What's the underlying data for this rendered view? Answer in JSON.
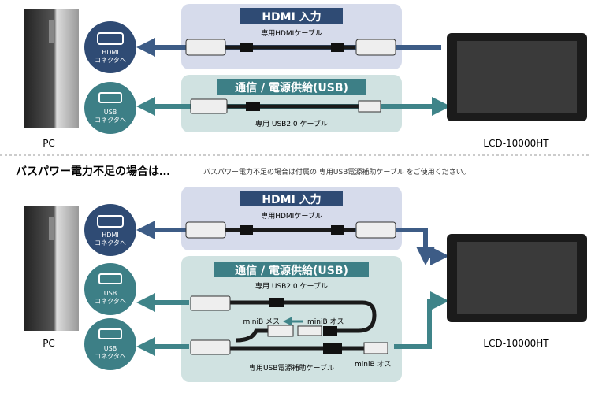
{
  "colors": {
    "hdmi_dark": "#2f4b74",
    "usb_teal": "#3d7f86",
    "hdmi_panel": "#d6dbeb",
    "usb_panel": "#d0e2e1",
    "cable": "#1a1a1a"
  },
  "top": {
    "pc_label": "PC",
    "monitor_label": "LCD-10000HT",
    "hdmi_circle": [
      "HDMI",
      "コネクタへ"
    ],
    "usb_circle": [
      "USB",
      "コネクタへ"
    ],
    "hdmi_panel_title": "HDMI 入力",
    "hdmi_cable_label": "専用HDMIケーブル",
    "usb_panel_title": "通信 / 電源供給(USB)",
    "usb_cable_label": "専用 USB2.0 ケーブル"
  },
  "notice": {
    "heading": "バスパワー電力不足の場合は…",
    "text": "バスパワー電力不足の場合は付属の 専用USB電源補助ケーブル をご使用ください。"
  },
  "bottom": {
    "pc_label": "PC",
    "monitor_label": "LCD-10000HT",
    "hdmi_circle": [
      "HDMI",
      "コネクタへ"
    ],
    "usb_circle_1": [
      "USB",
      "コネクタへ"
    ],
    "usb_circle_2": [
      "USB",
      "コネクタへ"
    ],
    "hdmi_panel_title": "HDMI 入力",
    "hdmi_cable_label": "専用HDMIケーブル",
    "usb_panel_title": "通信 / 電源供給(USB)",
    "usb_cable_label": "専用 USB2.0 ケーブル",
    "minib_female": "miniB メス",
    "minib_male_1": "miniB オス",
    "aux_cable_label": "専用USB電源補助ケーブル",
    "minib_male_2": "miniB オス"
  }
}
